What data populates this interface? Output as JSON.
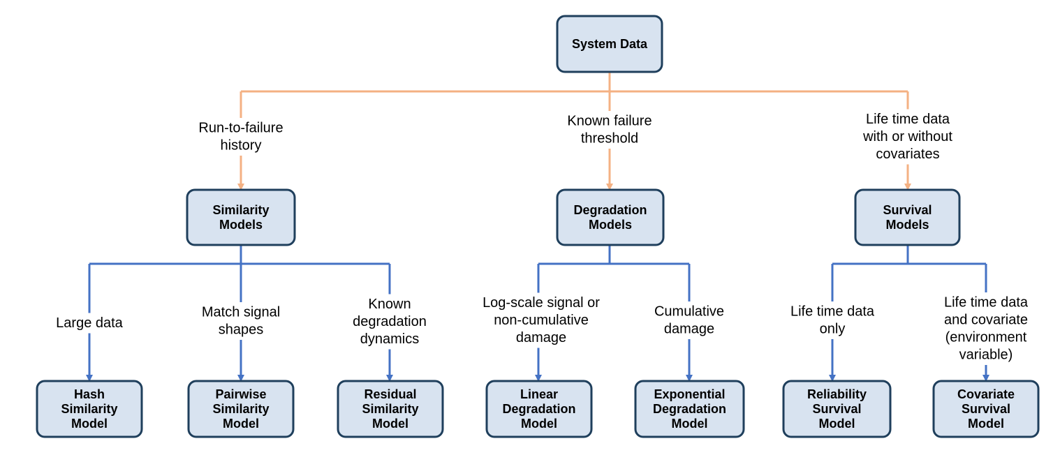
{
  "colors": {
    "box_fill": "#d8e3f0",
    "box_border": "#1f3f5c",
    "orange_line": "#f4b183",
    "blue_line": "#4472c4",
    "text": "#000000"
  },
  "nodes": {
    "system_data": {
      "lines": [
        "System Data"
      ]
    },
    "similarity": {
      "lines": [
        "Similarity",
        "Models"
      ]
    },
    "degradation": {
      "lines": [
        "Degradation",
        "Models"
      ]
    },
    "survival": {
      "lines": [
        "Survival",
        "Models"
      ]
    },
    "hash": {
      "lines": [
        "Hash",
        "Similarity",
        "Model"
      ]
    },
    "pairwise": {
      "lines": [
        "Pairwise",
        "Similarity",
        "Model"
      ]
    },
    "residual": {
      "lines": [
        "Residual",
        "Similarity",
        "Model"
      ]
    },
    "linear": {
      "lines": [
        "Linear",
        "Degradation",
        "Model"
      ]
    },
    "exponential": {
      "lines": [
        "Exponential",
        "Degradation",
        "Model"
      ]
    },
    "reliability": {
      "lines": [
        "Reliability",
        "Survival",
        "Model"
      ]
    },
    "covariate": {
      "lines": [
        "Covariate",
        "Survival",
        "Model"
      ]
    }
  },
  "edge_labels": {
    "run_to_failure": {
      "lines": [
        "Run-to-failure",
        "history"
      ]
    },
    "known_threshold": {
      "lines": [
        "Known failure",
        "threshold"
      ]
    },
    "life_time_cov": {
      "lines": [
        "Life time data",
        "with or without",
        "covariates"
      ]
    },
    "large_data": {
      "lines": [
        "Large data"
      ]
    },
    "match_shapes": {
      "lines": [
        "Match signal",
        "shapes"
      ]
    },
    "known_dynamics": {
      "lines": [
        "Known",
        "degradation",
        "dynamics"
      ]
    },
    "log_scale": {
      "lines": [
        "Log-scale signal or",
        "non-cumulative",
        "damage"
      ]
    },
    "cumulative": {
      "lines": [
        "Cumulative",
        "damage"
      ]
    },
    "life_only": {
      "lines": [
        "Life time data",
        "only"
      ]
    },
    "life_and_cov": {
      "lines": [
        "Life time data",
        "and covariate",
        "(environment",
        "variable)"
      ]
    }
  }
}
